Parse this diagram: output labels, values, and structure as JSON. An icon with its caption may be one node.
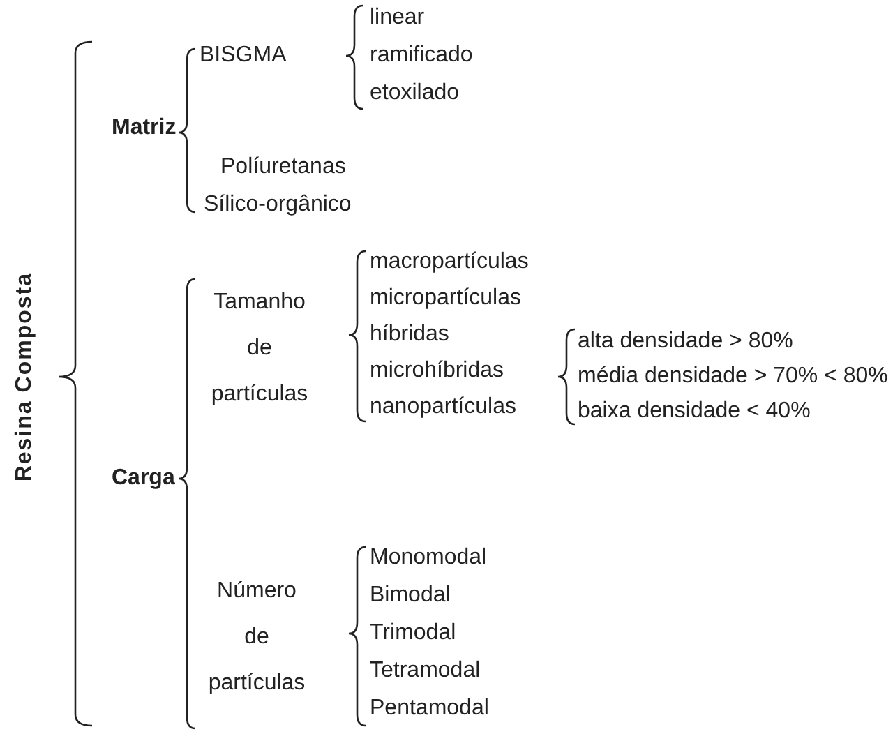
{
  "diagram": {
    "labels": [
      "Resina Composta",
      "Matriz",
      "BISGMA",
      "linear",
      "ramificado",
      "etoxilado",
      "Políuretanas",
      "Sílico-orgânico",
      "Carga",
      "Tamanho de partículas",
      "macropartículas",
      "micropartículas",
      "híbridas",
      "microhíbridas",
      "nanopartículas",
      "alta densidade > 80%",
      "média densidade > 70% < 80%",
      "baixa densidade < 40%",
      "Número de partículas",
      "Monomodal",
      "Bimodal",
      "Trimodal",
      "Tetramodal",
      "Pentamodal"
    ]
  }
}
